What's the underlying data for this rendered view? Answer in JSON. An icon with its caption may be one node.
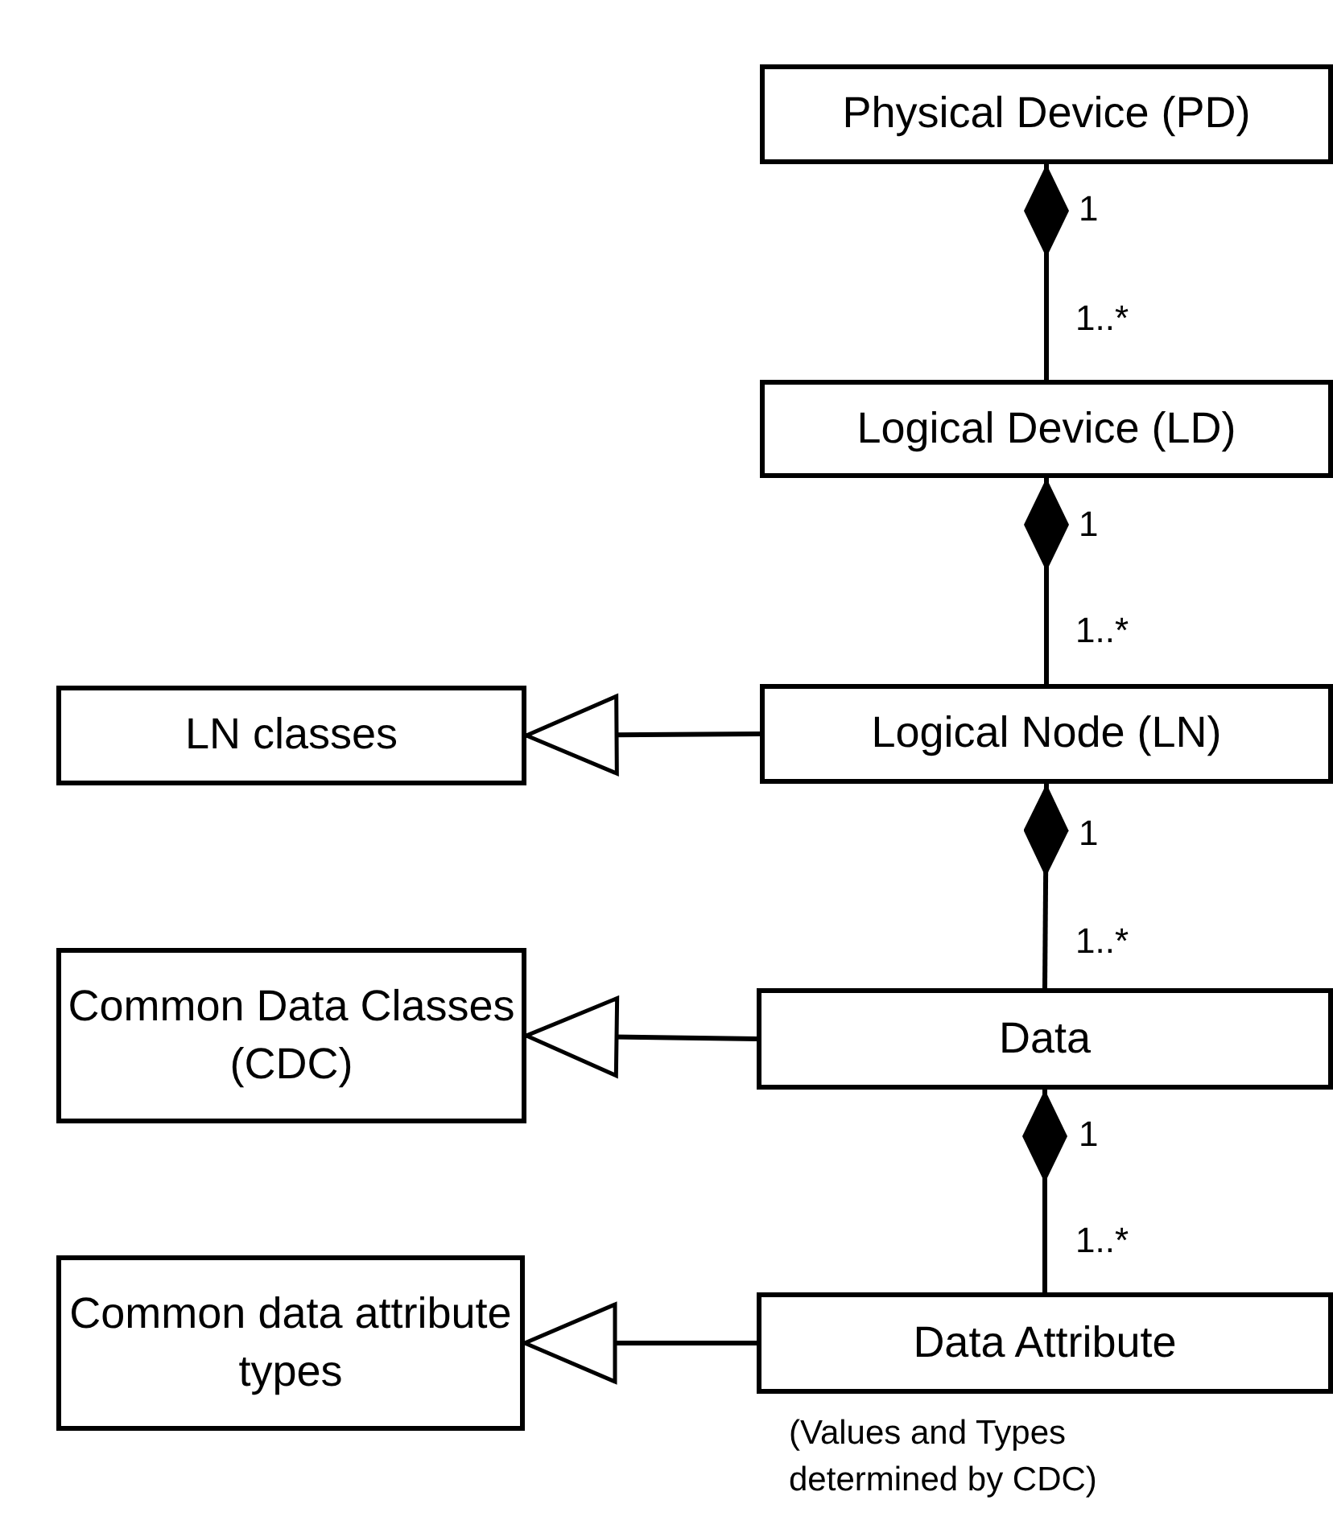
{
  "diagram": {
    "nodes": [
      {
        "text": [
          "Physical Device (PD)"
        ]
      },
      {
        "text": [
          "Logical Device (LD)"
        ]
      },
      {
        "text": [
          "Logical Node (LN)"
        ]
      },
      {
        "text": [
          "Data"
        ]
      },
      {
        "text": [
          "Data Attribute"
        ],
        "beside": [
          "(Values and Types determined by CDC)"
        ]
      },
      {
        "text": [
          "LN classes"
        ]
      },
      {
        "text": [
          "Common Data Classes (CDC)"
        ]
      },
      {
        "text": [
          "Common data attribute types"
        ]
      }
    ],
    "edges": [
      {
        "from": 0,
        "to": 1,
        "arrow": "other"
      },
      {
        "from": 1,
        "to": 2,
        "arrow": "other"
      },
      {
        "from": 2,
        "to": 3,
        "arrow": "other"
      },
      {
        "from": 3,
        "to": 4,
        "arrow": "other"
      },
      {
        "from": 2,
        "to": 5,
        "arrow": "to"
      },
      {
        "from": 3,
        "to": 6,
        "arrow": "to"
      },
      {
        "from": 4,
        "to": 7,
        "arrow": "to"
      }
    ],
    "labels": [
      "1",
      "1..*",
      "1",
      "1..*",
      "1",
      "1..*",
      "1",
      "1..*"
    ]
  }
}
